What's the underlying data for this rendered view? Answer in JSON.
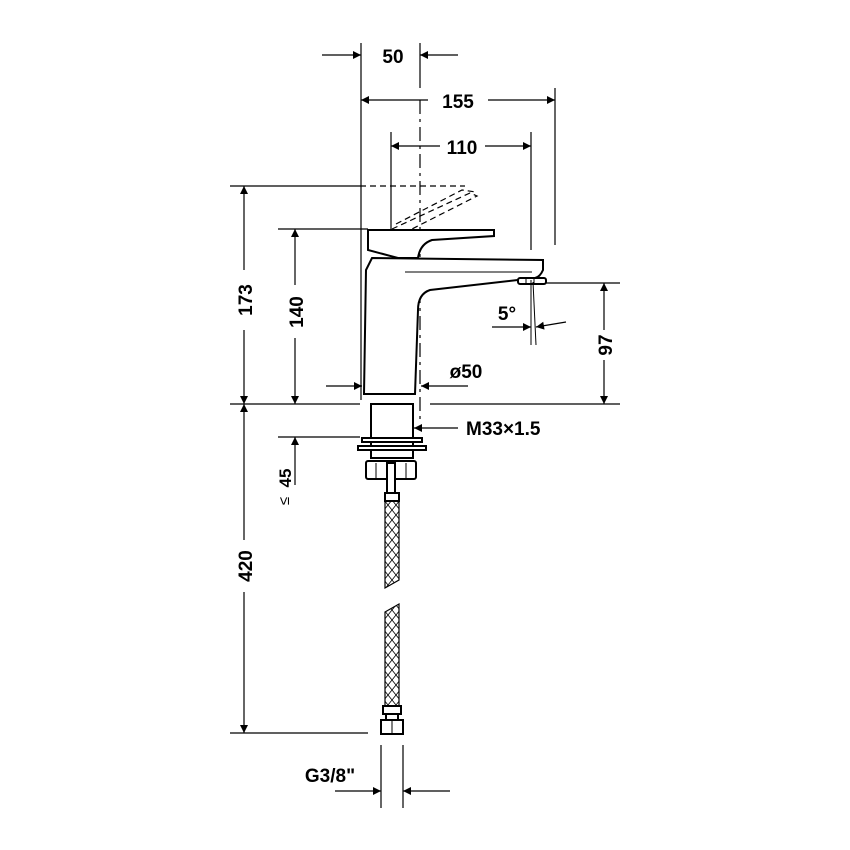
{
  "drawing": {
    "title": "Basin mixer dimension drawing",
    "background": "#ffffff",
    "line_color": "#000000"
  },
  "dimensions": {
    "top_50": "50",
    "width_155": "155",
    "reach_110": "110",
    "height_173": "173",
    "height_140": "140",
    "spout_height_97": "97",
    "angle_5": "5°",
    "diameter_50": "ø50",
    "thread": "M33×1.5",
    "deck_thickness": "45",
    "deck_thickness_qualifier": "≤",
    "hose_length_420": "420",
    "hose_connection": "G3/8\""
  }
}
